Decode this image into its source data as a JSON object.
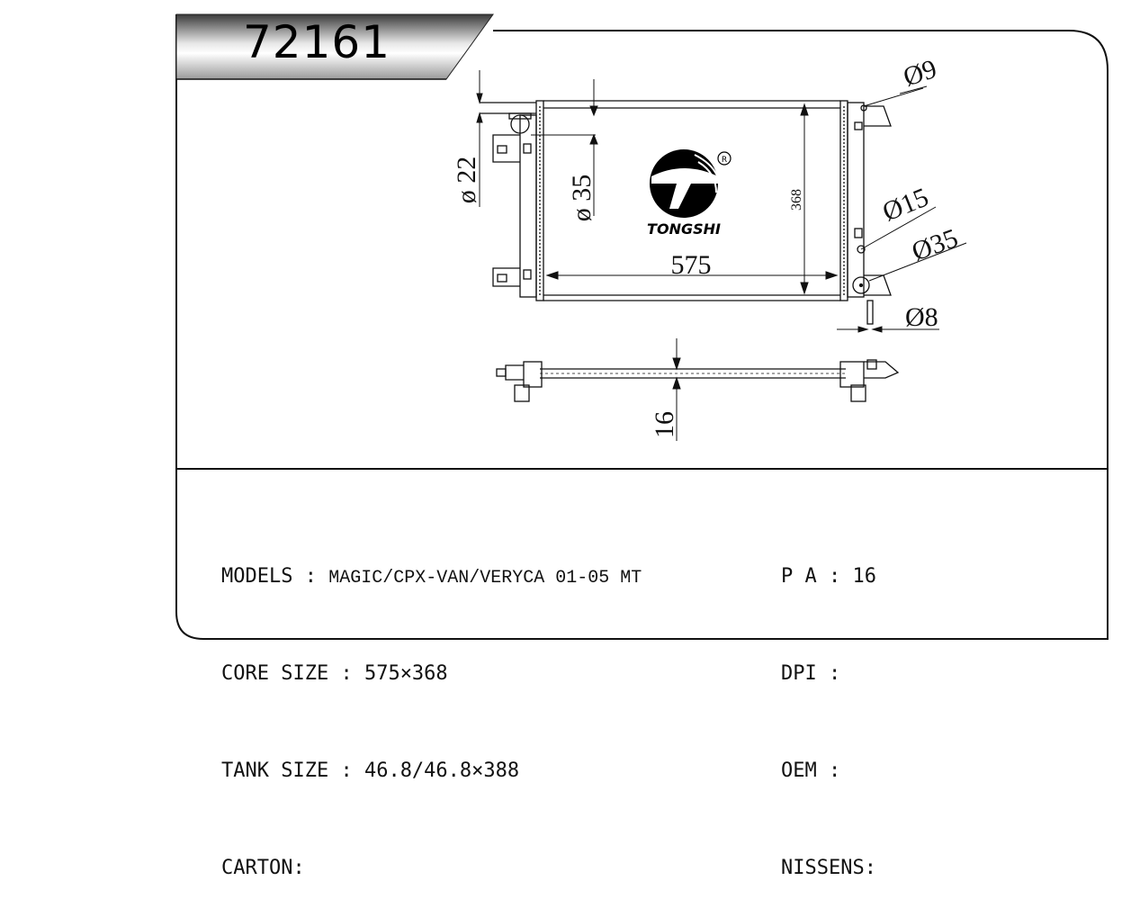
{
  "part_number": "72161",
  "brand": {
    "name": "TONGSHI",
    "registered_mark": "R"
  },
  "dimensions": {
    "width": "575",
    "height": "368",
    "inlet_pipe": "ø 22",
    "cap": "ø 35",
    "bolt": "Ø9",
    "sensor": "Ø15",
    "outlet_pipe": "Ø35",
    "drain": "Ø8",
    "thickness": "16"
  },
  "specs": {
    "models_label": "MODELS : ",
    "models_value": "MAGIC/CPX-VAN/VERYCA 01-05 MT",
    "core_label": "CORE SIZE : ",
    "core_value": "575×368",
    "tank_label": "TANK SIZE : ",
    "tank_value": "46.8/46.8×388",
    "carton_label": "CARTON:",
    "pa_label": "P A : ",
    "pa_value": "16",
    "dpi_label": "DPI :",
    "oem_label": "OEM :",
    "nissens_label": "NISSENS:"
  }
}
